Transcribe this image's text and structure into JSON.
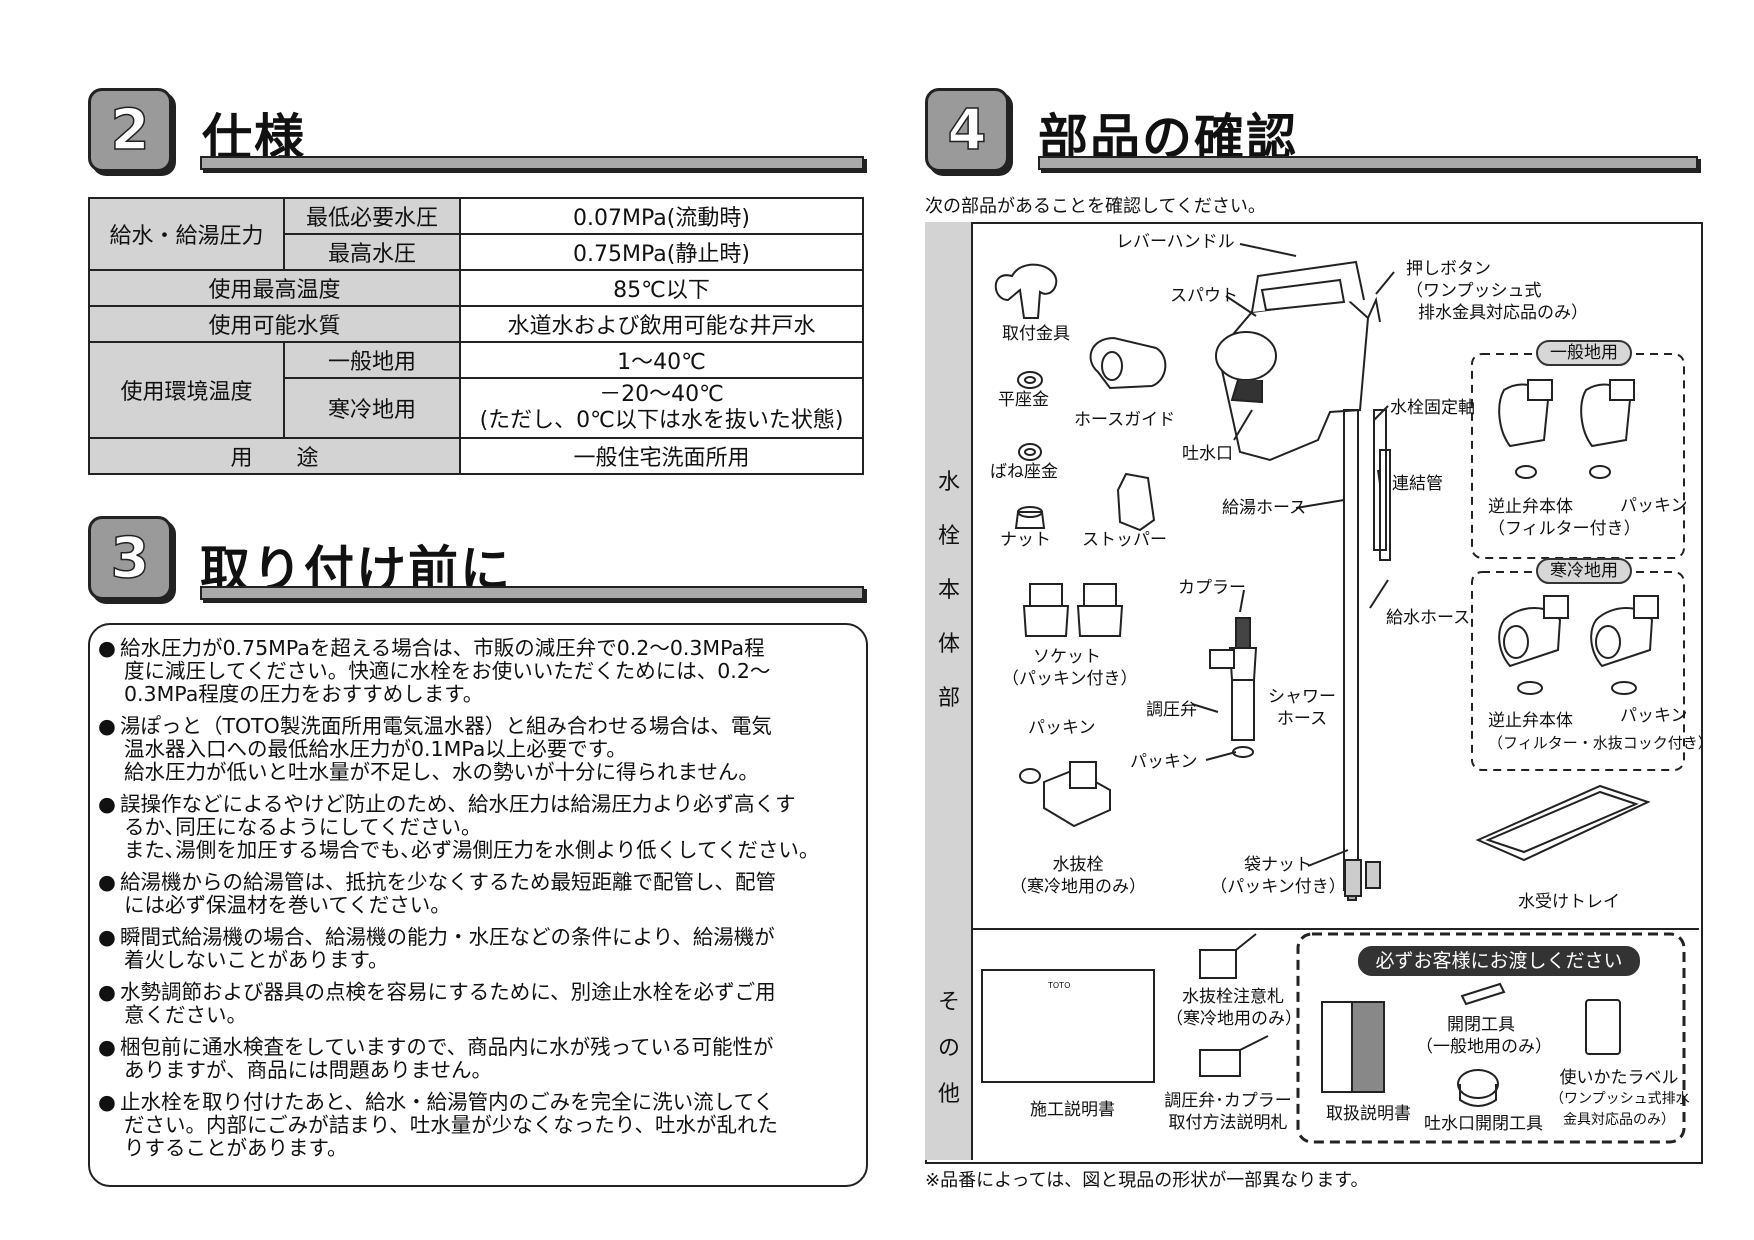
{
  "sec2": {
    "num": "2",
    "title": "仕様"
  },
  "sec3": {
    "num": "3",
    "title": "取り付け前に"
  },
  "sec4": {
    "num": "4",
    "title": "部品の確認"
  },
  "spec": {
    "r1_head": "給水・給湯圧力",
    "r1_sub1": "最低必要水圧",
    "r1_val1": "0.07MPa(流動時)",
    "r1_sub2": "最高水圧",
    "r1_val2": "0.75MPa(静止時)",
    "r2_head": "使用最高温度",
    "r2_val": "85℃以下",
    "r3_head": "使用可能水質",
    "r3_val": "水道水および飲用可能な井戸水",
    "r4_head": "使用環境温度",
    "r4_sub1": "一般地用",
    "r4_val1": "1～40℃",
    "r4_sub2": "寒冷地用",
    "r4_val2a": "－20～40℃",
    "r4_val2b": "(ただし、0℃以下は水を抜いた状態)",
    "r5_head": "用　　途",
    "r5_val": "一般住宅洗面所用"
  },
  "bullets": [
    {
      "l1": "給水圧力が0.75MPaを超える場合は、市販の減圧弁で0.2～0.3MPa程",
      "l2": "度に減圧してください。快適に水栓をお使いいただくためには、0.2～",
      "l3": "0.3MPa程度の圧力をおすすめします。"
    },
    {
      "l1": "湯ぽっと（TOTO製洗面所用電気温水器）と組み合わせる場合は、電気",
      "l2": "温水器入口への最低給水圧力が0.1MPa以上必要です。",
      "l3": "給水圧力が低いと吐水量が不足し、水の勢いが十分に得られません。"
    },
    {
      "l1": "誤操作などによるやけど防止のため、給水圧力は給湯圧力より必ず高くす",
      "l2": "るか､同圧になるようにしてください。",
      "l3": "また､湯側を加圧する場合でも､必ず湯側圧力を水側より低くしてください。"
    },
    {
      "l1": "給湯機からの給湯管は、抵抗を少なくするため最短距離で配管し、配管",
      "l2": "には必ず保温材を巻いてください。"
    },
    {
      "l1": "瞬間式給湯機の場合、給湯機の能力・水圧などの条件により、給湯機が",
      "l2": "着火しないことがあります。"
    },
    {
      "l1": "水勢調節および器具の点検を容易にするために、別途止水栓を必ずご用",
      "l2": "意ください。"
    },
    {
      "l1": "梱包前に通水検査をしていますので、商品内に水が残っている可能性が",
      "l2": "ありますが、商品には問題ありません。"
    },
    {
      "l1": "止水栓を取り付けたあと、給水・給湯管内のごみを完全に洗い流してく",
      "l2": "ださい。内部にごみが詰まり、吐水量が少なくなったり、吐水が乱れた",
      "l3": "りすることがあります。"
    }
  ],
  "parts": {
    "intro": "次の部品があることを確認してください。",
    "side_main": [
      "水",
      "栓",
      "本",
      "体",
      "部"
    ],
    "side_other": [
      "そ",
      "の",
      "他"
    ],
    "lever": "レバーハンドル",
    "spout": "スパウト",
    "push1": "押しボタン",
    "push2": "（ワンプッシュ式",
    "push3": "排水金具対応品のみ）",
    "bracket": "取付金具",
    "washer": "平座金",
    "hose_guide": "ホースガイド",
    "spring_washer": "ばね座金",
    "outlet": "吐水口",
    "nut": "ナット",
    "stopper": "ストッパー",
    "fix_shaft": "水栓固定軸",
    "connect_pipe": "連結管",
    "hot_hose": "給湯ホース",
    "cold_hose": "給水ホース",
    "socket1": "ソケット",
    "socket2": "（パッキン付き）",
    "coupler": "カプラー",
    "reg_valve": "調圧弁",
    "shower1": "シャワー",
    "shower2": "ホース",
    "packing": "パッキン",
    "drain1": "水抜栓",
    "drain2": "（寒冷地用のみ）",
    "bag_nut1": "袋ナット",
    "bag_nut2": "（パッキン付き）",
    "tray": "水受けトレイ",
    "general": "一般地用",
    "check1": "逆止弁本体",
    "check2": "（フィルター付き）",
    "cold": "寒冷地用",
    "check3": "（フィルター・水抜コック付き）",
    "manual": "施工説明書",
    "toto": "TOTO",
    "drain_tag1": "水抜栓注意札",
    "drain_tag2": "（寒冷地用のみ）",
    "reg_doc1": "調圧弁･カプラー",
    "reg_doc2": "取付方法説明札",
    "hand_over": "必ずお客様にお渡しください",
    "instr": "取扱説明書",
    "open_tool1": "開閉工具",
    "open_tool2": "（一般地用のみ）",
    "label1": "使いかたラベル",
    "label2": "（ワンプッシュ式排水",
    "label3": "金具対応品のみ）",
    "outlet_tool": "吐水口開閉工具"
  },
  "footnote": "※品番によっては、図と現品の形状が一部異なります。"
}
